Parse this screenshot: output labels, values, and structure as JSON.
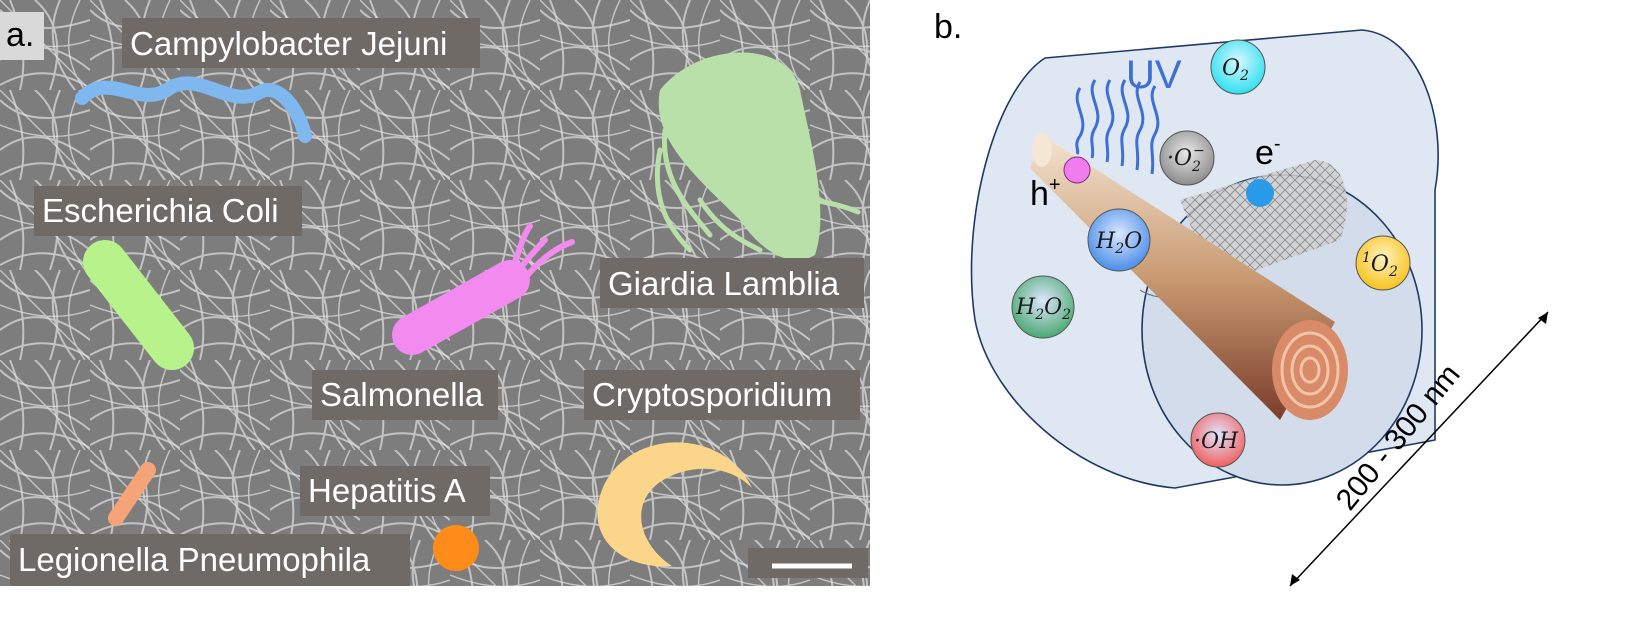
{
  "panel_a": {
    "panel_letter": "a.",
    "organisms": [
      {
        "name": "Campylobacter Jejuni",
        "color": "#7fb8ee"
      },
      {
        "name": "Escherichia Coli",
        "color": "#b7f28a"
      },
      {
        "name": "Giardia Lamblia",
        "color": "#b9e0a8"
      },
      {
        "name": "Salmonella",
        "color": "#f28af0"
      },
      {
        "name": "Cryptosporidium",
        "color": "#fbd68a"
      },
      {
        "name": "Hepatitis A",
        "color": "#ff8c1a"
      },
      {
        "name": "Legionella Pneumophila",
        "color": "#f5a478"
      }
    ]
  },
  "panel_b": {
    "panel_letter": "b.",
    "uv_label": "UV",
    "hole_label": "h",
    "hole_sup": "+",
    "electron_label": "e",
    "electron_sup": "-",
    "dimension_label": "200 - 300 nm",
    "species": [
      {
        "main": "O",
        "sub": "2",
        "pre": "",
        "sup": "",
        "color": "#2ee0f0"
      },
      {
        "main": "·O",
        "sub": "2",
        "pre": "",
        "sup": "−",
        "color": "#8c8c8c"
      },
      {
        "main": "H",
        "sub": "2",
        "pre": "",
        "tail": "O",
        "color": "#4a8de8"
      },
      {
        "main": "O",
        "sub": "2",
        "pre": "1",
        "sup": "",
        "color": "#f7c21a"
      },
      {
        "main": "H",
        "sub": "2",
        "pre": "",
        "tail": "O",
        "sub2": "2",
        "color": "#4aa870"
      },
      {
        "main": "·OH",
        "sub": "",
        "pre": "",
        "sup": "",
        "color": "#f06060"
      }
    ],
    "colors": {
      "uv": "#3d6fd6",
      "hole": "#f07cf0",
      "electron": "#2a9be8",
      "cylinder": "#dde6f2"
    }
  }
}
